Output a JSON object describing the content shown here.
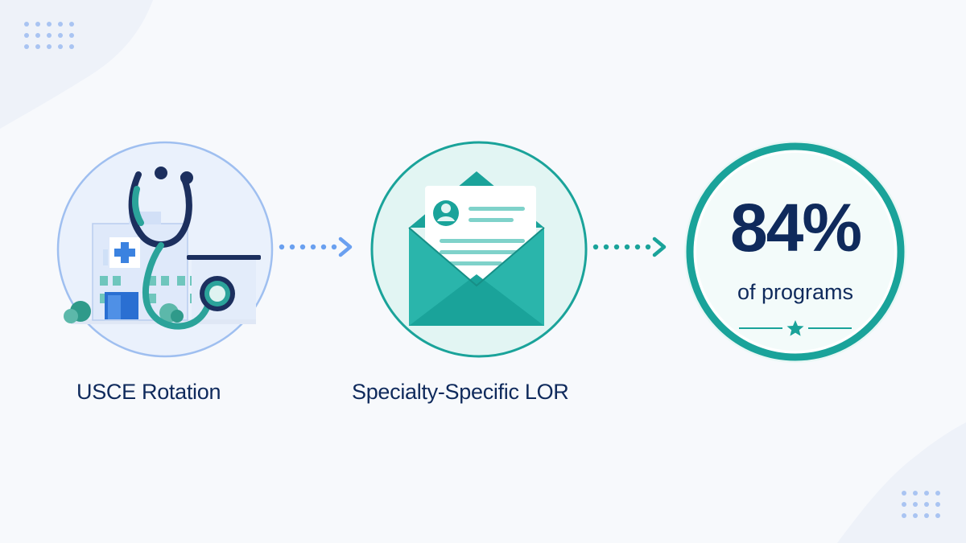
{
  "steps": [
    {
      "label": "USCE Rotation",
      "icon": "hospital-stethoscope-icon"
    },
    {
      "label": "Specialty-Specific LOR",
      "icon": "envelope-letter-icon"
    }
  ],
  "result": {
    "value": "84%",
    "caption": "of programs",
    "icon": "star-icon"
  },
  "colors": {
    "navy": "#0f2a5c",
    "teal": "#1aa39a",
    "blue_arrow": "#6aa0f0",
    "background": "#f7f9fc"
  }
}
